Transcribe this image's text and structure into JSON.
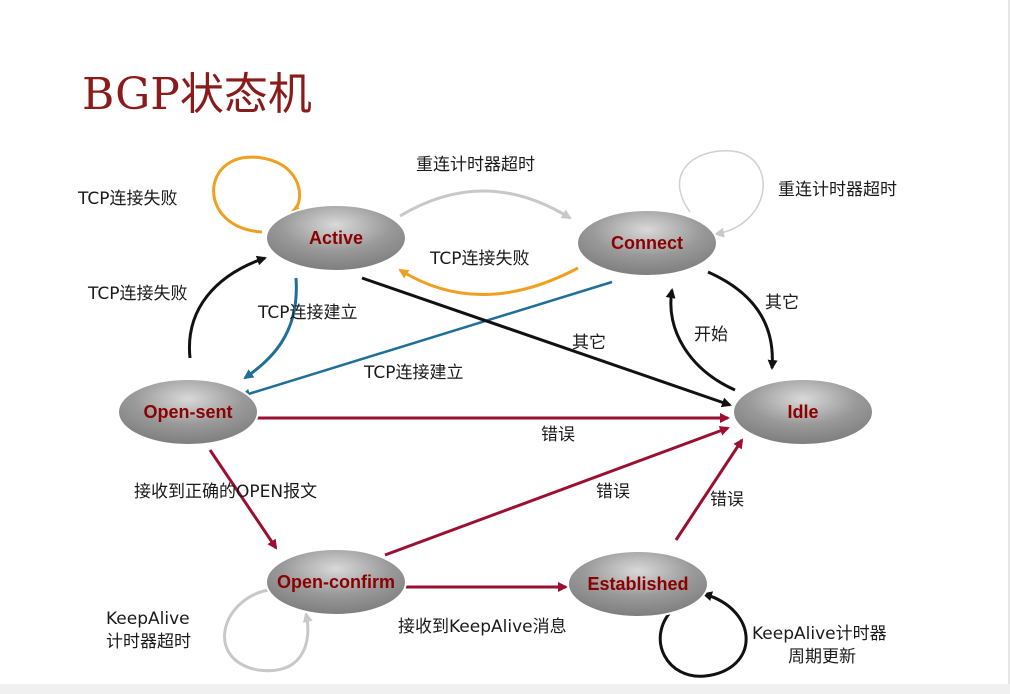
{
  "title": "BGP状态机",
  "states": {
    "active": "Active",
    "connect": "Connect",
    "open_sent": "Open-sent",
    "idle": "Idle",
    "open_confirm": "Open-confirm",
    "established": "Established"
  },
  "labels": {
    "active_self_loop": "TCP连接失败",
    "active_to_connect": "重连计时器超时",
    "connect_self_loop": "重连计时器超时",
    "connect_to_active": "TCP连接失败",
    "opensent_to_active": "TCP连接失败",
    "active_to_opensent": "TCP连接建立",
    "connect_to_opensent": "TCP连接建立",
    "active_to_idle": "其它",
    "connect_to_idle": "其它",
    "idle_to_connect": "开始",
    "opensent_to_idle": "错误",
    "opensent_to_openconfirm": "接收到正确的OPEN报文",
    "openconfirm_to_idle": "错误",
    "established_to_idle": "错误",
    "openconfirm_to_established": "接收到KeepAlive消息",
    "openconfirm_self_loop_line1": "KeepAlive",
    "openconfirm_self_loop_line2": "计时器超时",
    "established_self_loop_line1": "KeepAlive计时器",
    "established_self_loop_line2": "周期更新"
  },
  "colors": {
    "title": "#8b1a1a",
    "state_text": "#8b0000",
    "orange": "#f0a020",
    "gray": "#c8c8c8",
    "blue": "#1f6f99",
    "black": "#111111",
    "red": "#9b1030"
  }
}
